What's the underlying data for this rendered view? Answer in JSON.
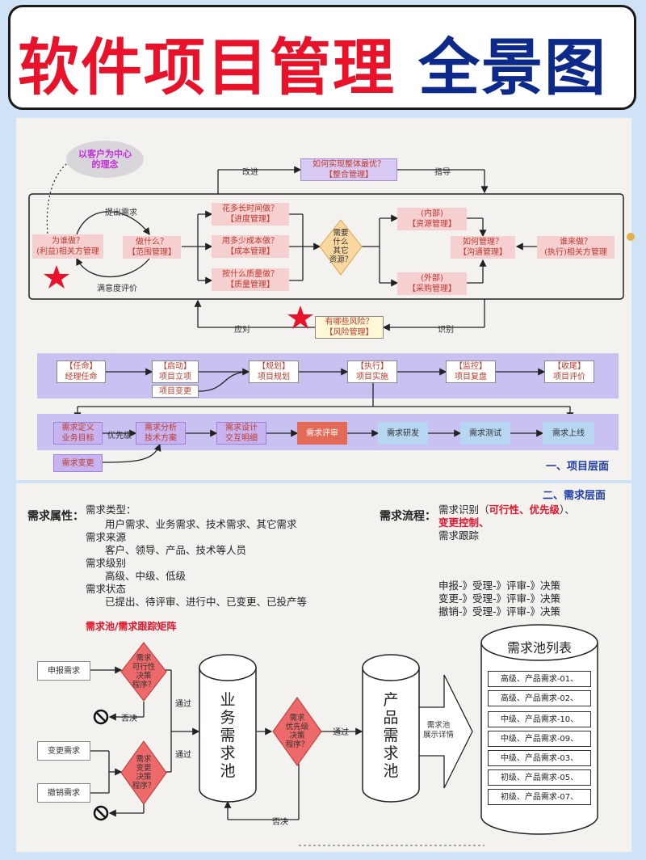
{
  "title": {
    "red": "软件项目管理",
    "blue": "全景图"
  },
  "top": {
    "cloud": "以客户为中心\n的理念",
    "who": "为谁做？\n(利益)相关方管理",
    "what": "做什么？\n【范围管理】",
    "time": "花多长时间做？\n【进度管理】",
    "cost": "用多少成本做？\n【成本管理】",
    "quality": "按什么质量做？\n【质量管理】",
    "resources": "需要\n什么\n其它\n资源？",
    "internal": "(内部)\n【资源管理】",
    "external": "(外部)\n【采购管理】",
    "how": "如何管理？\n【沟通管理】",
    "whom": "谁来做？\n(执行)相关方管理",
    "integration": "如何实现整体最优？\n【整合管理】",
    "risk": "有哪些风险？\n【风险管理】",
    "lbl_raise": "提出需求",
    "lbl_satisfy": "满意度评价",
    "lbl_improve": "改进",
    "lbl_guide": "指导",
    "lbl_respond": "应对",
    "lbl_identify": "识别"
  },
  "project": {
    "steps": [
      "【任命】\n经理任命",
      "【启动】\n项目立项",
      "【规划】\n项目规划",
      "【执行】\n项目实施",
      "【监控】\n项目复盘",
      "【收尾】\n项目评价"
    ],
    "change": "项目变更",
    "req_steps": [
      "需求定义\n业务目标",
      "需求分析\n技术方案",
      "需求设计\n交互明细",
      "需求评审",
      "需求研发",
      "需求测试",
      "需求上线"
    ],
    "priority": "优先级",
    "req_change": "需求变更",
    "section_label": "一、项目层面"
  },
  "req": {
    "section_label": "二、需求层面",
    "attr_head": "需求属性：",
    "attr_lines": [
      "需求类型：",
      "用户需求、业务需求、技术需求、其它需求",
      "需求来源",
      "客户、领导、产品、技术等人员",
      "需求级别",
      "高级、中级、低级",
      "需求状态",
      "已提出、待评审、进行中、已变更、已投产等"
    ],
    "flow_head": "需求流程：",
    "flow_line1_a": "需求识别（",
    "flow_line1_b": "可行性、优先级",
    "flow_line1_c": "）、",
    "flow_line2": "变更控制、",
    "flow_line3": "需求跟踪",
    "decisions": [
      "申报-》受理-》评审-》决策",
      "变更-》受理-》评审-》决策",
      "撤销-》受理-》评审-》决策"
    ],
    "pool_title": "需求池/需求跟踪矩阵",
    "submit": "申报需求",
    "change": "变更需求",
    "cancel": "撤销需求",
    "feas": "需求\n可行性\n决策\n程序？",
    "chg_dec": "需求\n变更\n决策\n程序？",
    "pri_dec": "需求\n优先级\n决策\n程序？",
    "pass": "通过",
    "reject": "否决",
    "biz_pool": "业\n务\n需\n求\n池",
    "prod_pool": "产\n品\n需\n求\n池",
    "detail": "需求池\n展示详情",
    "list_title": "需求池列表",
    "list_items": [
      "高级、产品需求-01、",
      "高级、产品需求-02、",
      "中级、产品需求-10、",
      "中级、产品需求-09、",
      "中级、产品需求-03、",
      "初级、产品需求-05、",
      "初级、产品需求-07、"
    ]
  }
}
